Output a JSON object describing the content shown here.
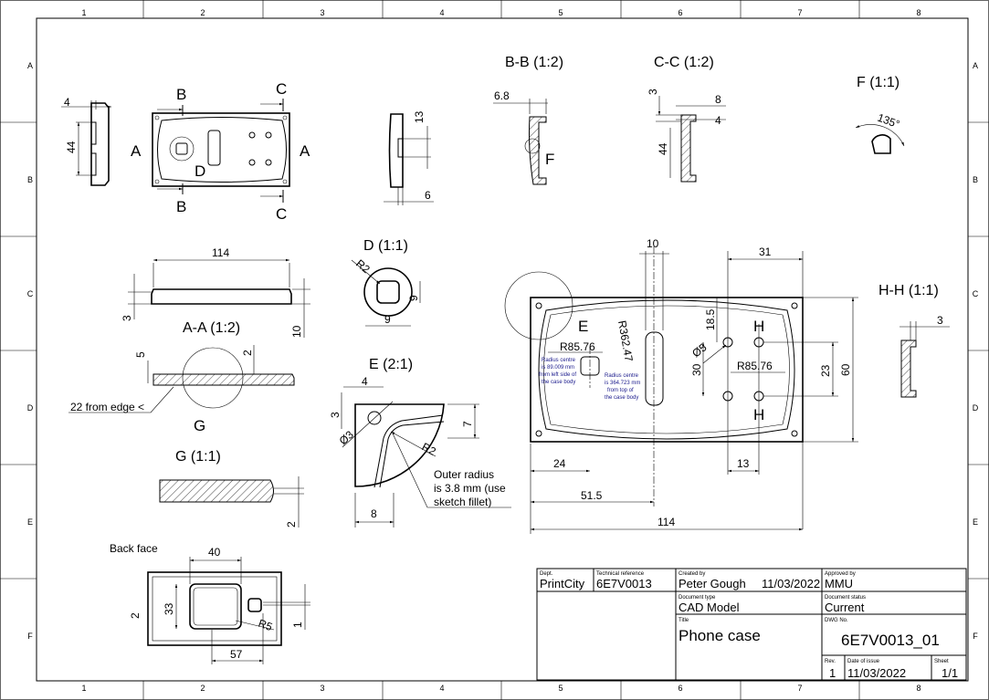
{
  "grid": {
    "columns": [
      "1",
      "2",
      "3",
      "4",
      "5",
      "6",
      "7",
      "8"
    ],
    "rows": [
      "A",
      "B",
      "C",
      "D",
      "E",
      "F"
    ]
  },
  "views": {
    "bb": "B-B (1:2)",
    "cc": "C-C (1:2)",
    "f": "F (1:1)",
    "d": "D (1:1)",
    "aa": "A-A (1:2)",
    "e": "E (2:1)",
    "g": "G (1:1)",
    "hh": "H-H (1:1)",
    "back_face": "Back face"
  },
  "section_markers": {
    "a": "A",
    "b": "B",
    "c": "C",
    "d": "D",
    "e": "E",
    "f": "F",
    "g": "G",
    "h": "H"
  },
  "dimensions": {
    "side_4": "4",
    "side_44": "44",
    "end_13": "13",
    "end_6": "6",
    "bb_68": "6.8",
    "cc_3": "3",
    "cc_8": "8",
    "cc_4": "4",
    "cc_44": "44",
    "f_angle": "135°",
    "front_114": "114",
    "front_3": "3",
    "front_10": "10",
    "d_r2": "R2",
    "d_9h": "9",
    "d_9w": "9",
    "aa_5": "5",
    "aa_2": "2",
    "aa_edge": "22 from edge <",
    "e_4": "4",
    "e_3": "3",
    "e_dia3": "Ø3",
    "e_7": "7",
    "e_r2": "R2",
    "e_8": "8",
    "e_note": [
      "Outer radius",
      "is 3.8 mm (use",
      "sketch fillet)"
    ],
    "g_2": "2",
    "back_40": "40",
    "back_33": "33",
    "back_2": "2",
    "back_r5": "R5",
    "back_1": "1",
    "back_57": "57",
    "main_10": "10",
    "main_31": "31",
    "main_r36247": "R362.47",
    "main_185": "18.5",
    "main_dia5": "Ø5",
    "main_r8576a": "R85.76",
    "main_r8576b": "R85.76",
    "main_30": "30",
    "main_23": "23",
    "main_60": "60",
    "main_24": "24",
    "main_13": "13",
    "main_515": "51.5",
    "main_114": "114",
    "hh_3": "3",
    "note_left": [
      "Radius centre",
      "is 89.009 mm",
      "from left side of",
      "the case body"
    ],
    "note_top": [
      "Radius centre",
      "is 364.723 mm",
      "from top of",
      "the case body"
    ]
  },
  "title_block": {
    "dept_label": "Dept.",
    "dept": "PrintCity",
    "tech_ref_label": "Technical reference",
    "tech_ref": "6E7V0013",
    "created_by_label": "Created by",
    "created_by": "Peter Gough",
    "created_date": "11/03/2022",
    "approved_by_label": "Approved by",
    "approved_by": "MMU",
    "doc_type_label": "Document type",
    "doc_type": "CAD Model",
    "doc_status_label": "Document status",
    "doc_status": "Current",
    "title_label": "Title",
    "title": "Phone case",
    "dwg_no_label": "DWG No.",
    "dwg_no": "6E7V0013_01",
    "rev_label": "Rev.",
    "rev": "1",
    "issue_date_label": "Date of issue",
    "issue_date": "11/03/2022",
    "sheet_label": "Sheet",
    "sheet": "1/1"
  }
}
